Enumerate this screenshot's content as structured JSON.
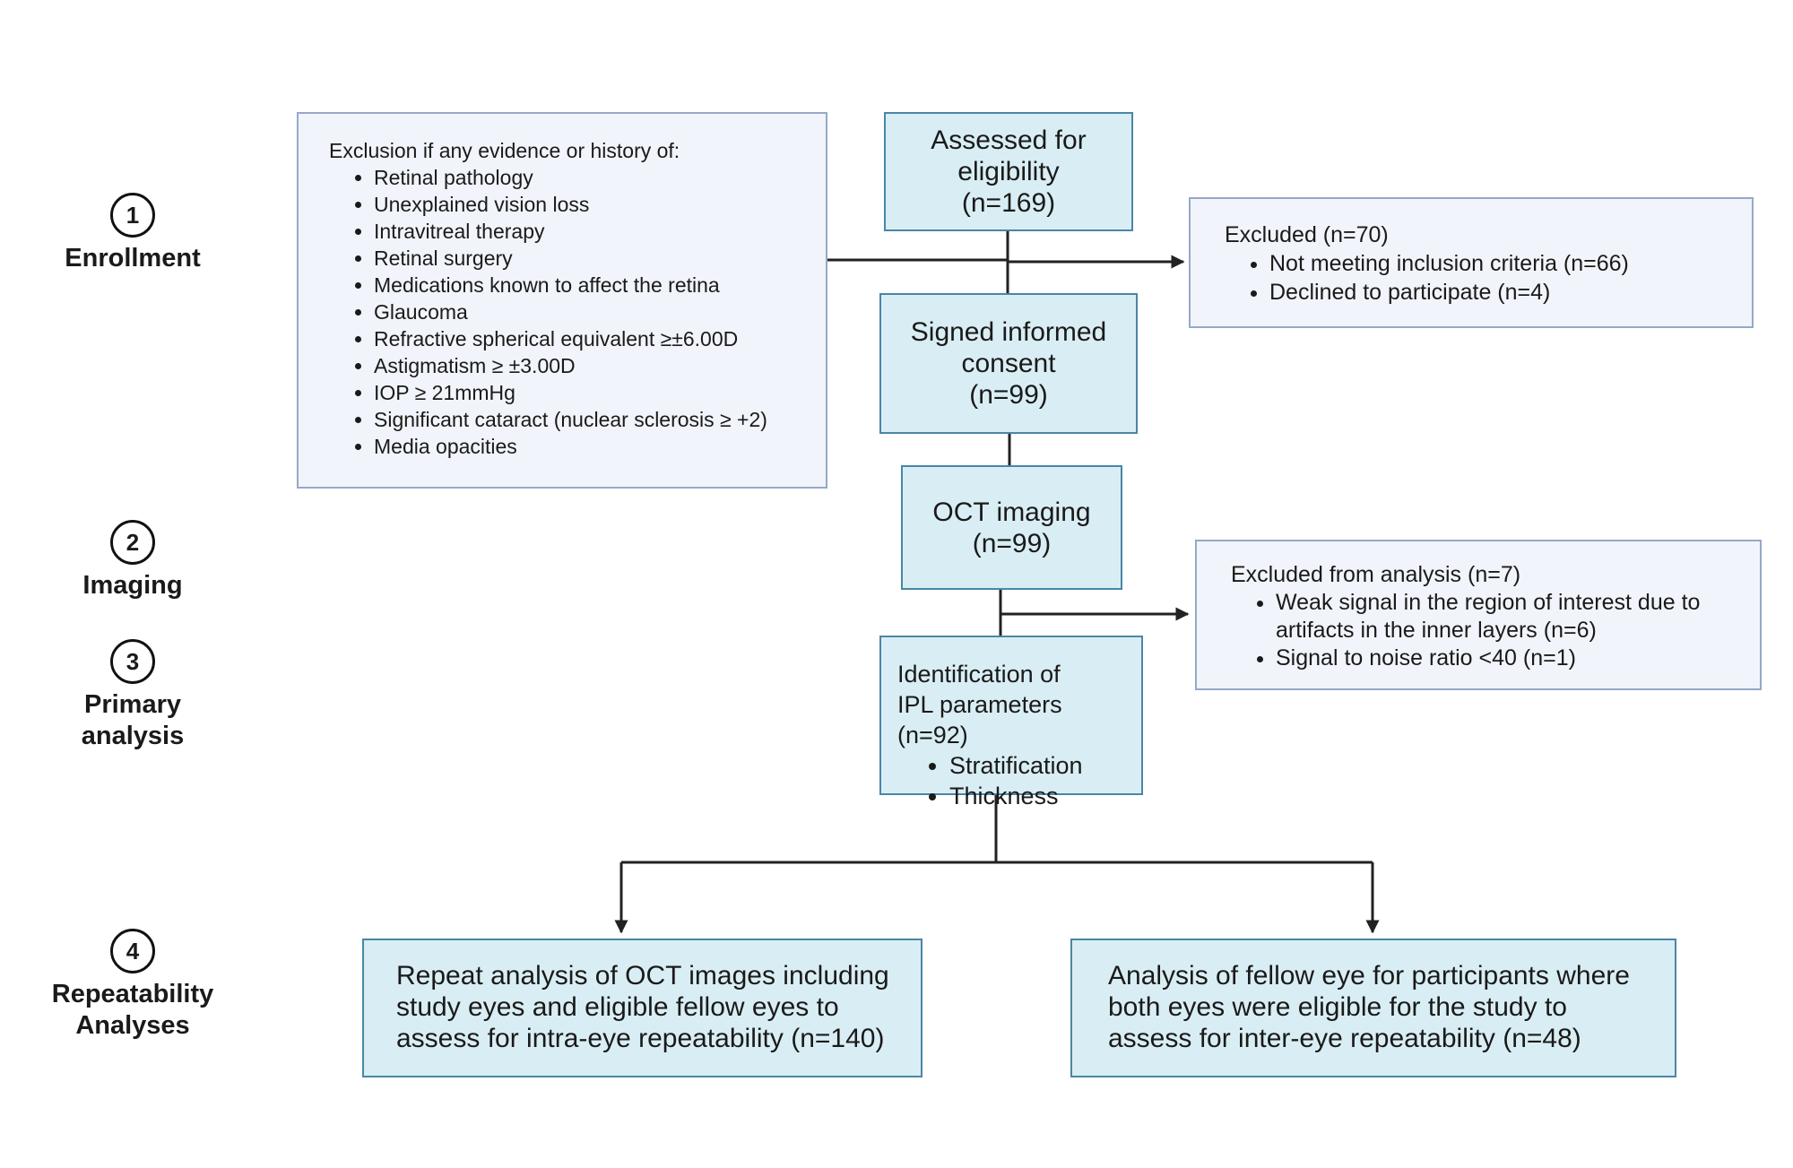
{
  "stages": [
    {
      "number": "1",
      "label": "Enrollment"
    },
    {
      "number": "2",
      "label": "Imaging"
    },
    {
      "number": "3",
      "label": "Primary analysis"
    },
    {
      "number": "4",
      "label": "Repeatability Analyses"
    }
  ],
  "exclusion_history": {
    "heading": "Exclusion if any evidence or history of:",
    "items": [
      "Retinal pathology",
      "Unexplained vision loss",
      "Intravitreal therapy",
      "Retinal surgery",
      "Medications known to affect the retina",
      "Glaucoma",
      "Refractive spherical equivalent ≥±6.00D",
      "Astigmatism ≥ ±3.00D",
      "IOP ≥ 21mmHg",
      "Significant cataract (nuclear sclerosis ≥ +2)",
      "Media opacities"
    ]
  },
  "assessed": {
    "line1": "Assessed for",
    "line2": "eligibility",
    "count": "(n=169)"
  },
  "excluded_enrollment": {
    "heading": "Excluded (n=70)",
    "items": [
      "Not meeting inclusion criteria (n=66)",
      "Declined to participate (n=4)"
    ]
  },
  "consent": {
    "line1": "Signed informed",
    "line2": "consent",
    "count": "(n=99)"
  },
  "oct": {
    "line1": "OCT imaging",
    "count": "(n=99)"
  },
  "excluded_analysis": {
    "heading": "Excluded from analysis (n=7)",
    "items": [
      "Weak signal in the region of interest due to artifacts in the inner layers (n=6)",
      "Signal to noise ratio <40 (n=1)"
    ]
  },
  "ipl": {
    "line1": "Identification of",
    "line2": "IPL parameters",
    "count": "(n=92)",
    "items": [
      "Stratification",
      "Thickness"
    ]
  },
  "repeat_intra": {
    "text": "Repeat analysis of OCT images including study eyes and eligible fellow eyes to assess for intra-eye repeatability (n=140)"
  },
  "repeat_inter": {
    "text": "Analysis of fellow eye for participants where both eyes were eligible for the study to assess for inter-eye repeatability (n=48)"
  }
}
